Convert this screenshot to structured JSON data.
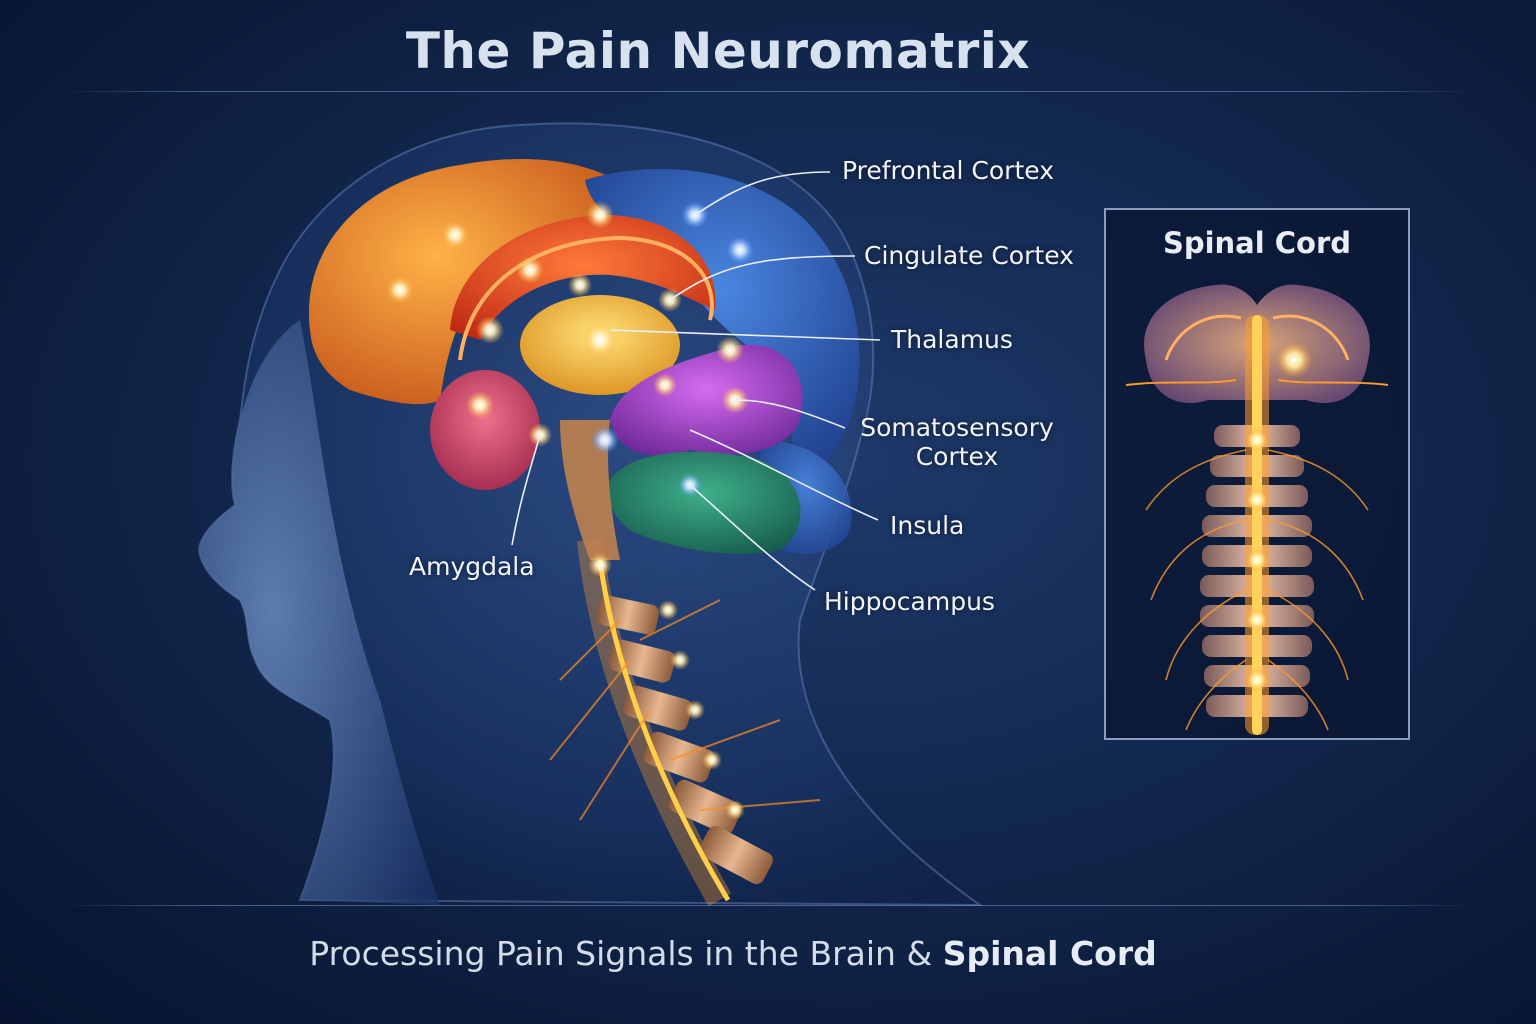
{
  "title": "The Pain Neuromatrix",
  "subtitle": {
    "text_regular": "Processing Pain Signals in the Brain &",
    "text_bold": "Spinal Cord"
  },
  "labels": {
    "prefrontal": "Prefrontal Cortex",
    "cingulate": "Cingulate Cortex",
    "thalamus": "Thalamus",
    "somatosensory_line1": "Somatosensory",
    "somatosensory_line2": "Cortex",
    "insula": "Insula",
    "hippocampus": "Hippocampus",
    "amygdala": "Amygdala"
  },
  "inset": {
    "title": "Spinal Cord"
  },
  "colors": {
    "background": "#142a52",
    "prefrontal_blue": "#2f5fb8",
    "cortex_orange": "#e07a1e",
    "cingulate_red": "#e0451e",
    "thalamus_gold": "#f2b632",
    "somatosensory_purple": "#a13cc8",
    "insula_pink": "#d8456e",
    "hippocampus_green": "#2b8a6a",
    "nerve_glow": "#ffb030"
  }
}
